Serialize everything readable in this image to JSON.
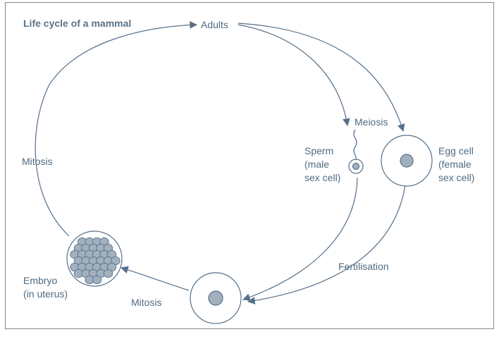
{
  "title": "Life cycle of a mammal",
  "labels": {
    "adults": "Adults",
    "meiosis": "Meiosis",
    "sperm": [
      "Sperm",
      "(male",
      "sex cell)"
    ],
    "egg": [
      "Egg cell",
      "(female",
      "sex cell)"
    ],
    "mitosis_left": "Mitosis",
    "embryo": [
      "Embryo",
      "(in uterus)"
    ],
    "mitosis_bottom": "Mitosis",
    "fertilisation": "Fertilisation"
  },
  "colors": {
    "stroke": "#55708a",
    "fill": "#a2b0bd",
    "text": "#4f6b82"
  }
}
